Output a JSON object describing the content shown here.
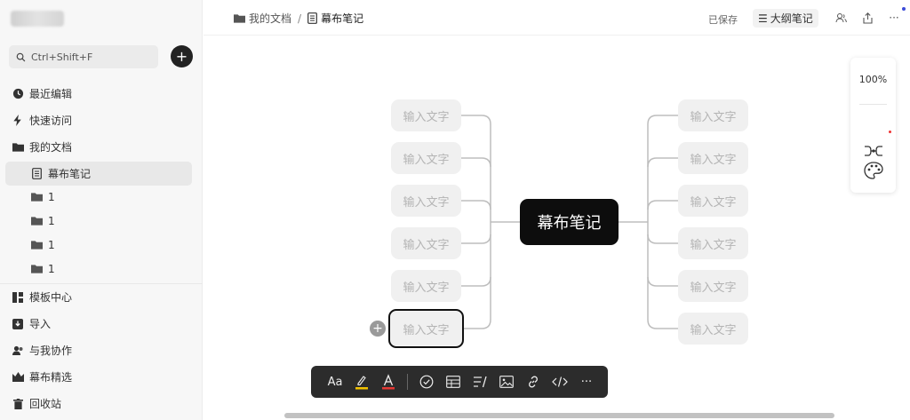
{
  "sidebar": {
    "search_placeholder": "Ctrl+Shift+F",
    "new_button": "+",
    "nav": [
      {
        "label": "最近编辑",
        "icon": "clock-icon"
      },
      {
        "label": "快速访问",
        "icon": "bolt-icon"
      },
      {
        "label": "我的文档",
        "icon": "folder-icon"
      }
    ],
    "doc_tree": [
      {
        "label": "幕布笔记",
        "icon": "document-icon",
        "active": true
      },
      {
        "label": "1",
        "icon": "folder-icon"
      },
      {
        "label": "1",
        "icon": "folder-icon"
      },
      {
        "label": "1",
        "icon": "folder-icon"
      },
      {
        "label": "1",
        "icon": "folder-icon"
      }
    ],
    "bottom_nav": [
      {
        "label": "模板中心",
        "icon": "template-icon"
      },
      {
        "label": "导入",
        "icon": "import-icon"
      },
      {
        "label": "与我协作",
        "icon": "collaborate-icon"
      },
      {
        "label": "幕布精选",
        "icon": "crown-icon"
      },
      {
        "label": "回收站",
        "icon": "trash-icon"
      }
    ]
  },
  "header": {
    "breadcrumb_parent": "我的文档",
    "breadcrumb_separator": "/",
    "breadcrumb_current": "幕布笔记",
    "saved_status": "已保存",
    "outline_button": "大纲笔记",
    "more": "···"
  },
  "mindmap": {
    "center_label": "幕布笔记",
    "left_nodes": [
      "输入文字",
      "输入文字",
      "输入文字",
      "输入文字",
      "输入文字",
      "输入文字"
    ],
    "right_nodes": [
      "输入文字",
      "输入文字",
      "输入文字",
      "输入文字",
      "输入文字",
      "输入文字"
    ],
    "selected_left_index": 5,
    "add_child": "+"
  },
  "zoom": {
    "level": "100%"
  },
  "toolbar": {
    "text_style": "Aa",
    "more": "···"
  },
  "colors": {
    "accent_blue": "#3b4bd8",
    "center_node": "#0d0d0d",
    "highlight_yellow": "#f2c200",
    "font_red": "#e53935"
  }
}
